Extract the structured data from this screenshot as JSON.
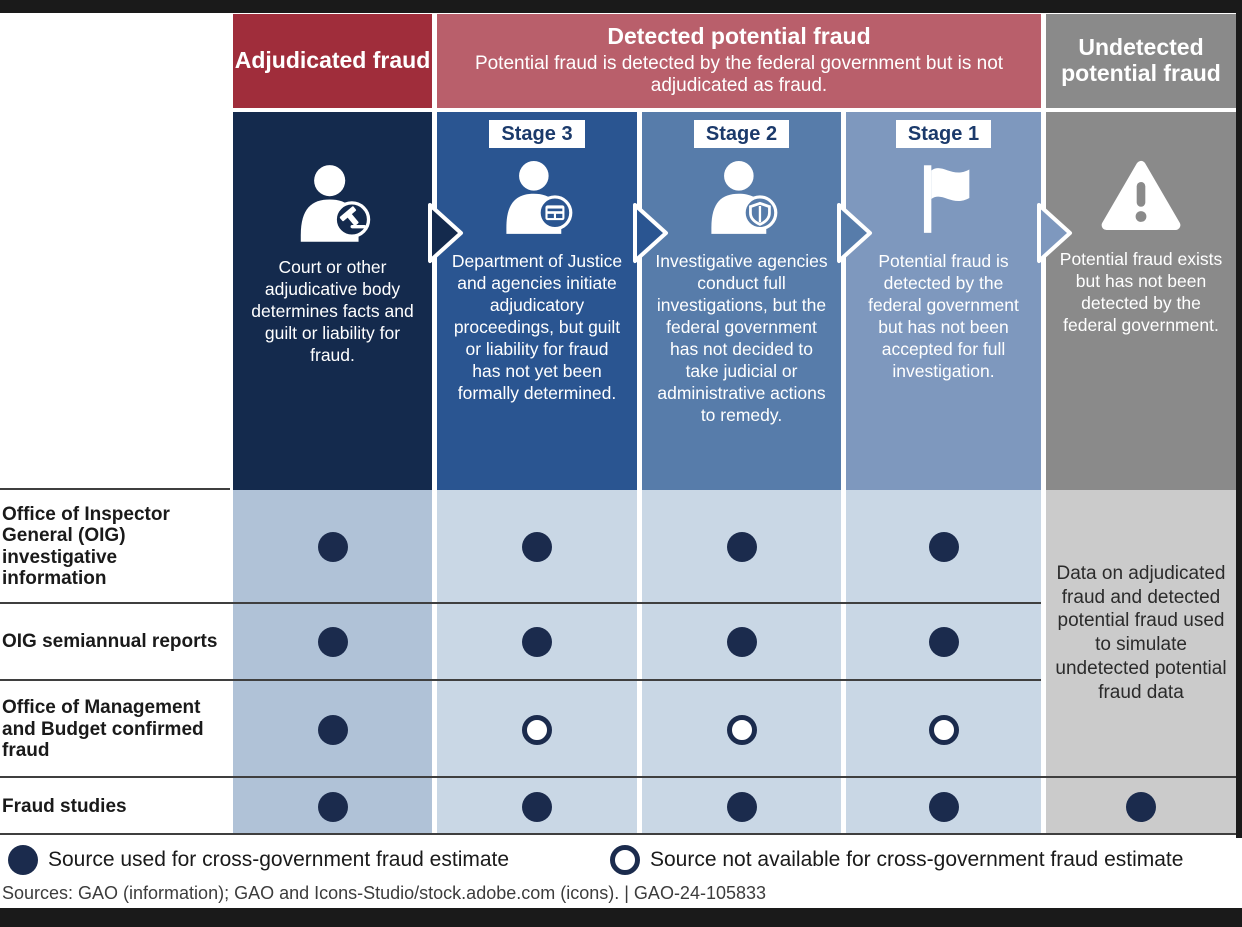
{
  "colors": {
    "frame_bar": "#1a1a1a",
    "adjudicated_header_red": "#a02d3b",
    "detected_header_rose": "#b95f6b",
    "undetected_gray": "#8a8a8a",
    "adjudicated_navy": "#142a4d",
    "stage3_blue": "#2a5591",
    "stage2_blue": "#577caa",
    "stage1_blue": "#7e98be",
    "matrix_cell_dark_blue": "#b0c2d7",
    "matrix_cell_light_blue": "#c9d7e5",
    "matrix_cell_gray": "#cbcbcb",
    "dot_navy": "#1b2b4d"
  },
  "header": {
    "adjudicated": {
      "title": "Adjudicated fraud"
    },
    "detected": {
      "title": "Detected potential fraud",
      "subtitle": "Potential fraud is detected by the federal government but is not adjudicated as fraud."
    },
    "undetected": {
      "title": "Undetected potential fraud"
    }
  },
  "stages": [
    {
      "id": "adjudicated",
      "icon": "person-gavel-icon",
      "description": "Court or other adjudicative body determines facts and guilt or liability for fraud."
    },
    {
      "id": "stage3",
      "stage_label": "Stage 3",
      "icon": "person-document-icon",
      "description": "Department of Justice and agencies initiate adjudicatory proceedings, but guilt or liability for fraud has not yet been formally determined."
    },
    {
      "id": "stage2",
      "stage_label": "Stage 2",
      "icon": "person-shield-icon",
      "description": "Investigative agencies conduct full investigations, but the federal government has not decided to take judicial or administrative actions to remedy."
    },
    {
      "id": "stage1",
      "stage_label": "Stage 1",
      "icon": "flag-icon",
      "description": "Potential fraud is detected by the federal government but has not been accepted for full investigation."
    },
    {
      "id": "undetected",
      "icon": "warning-triangle-icon",
      "description": "Potential fraud exists but has not been detected by the federal government."
    }
  ],
  "matrix": {
    "rows": [
      {
        "label": "Office of Inspector General (OIG) investigative information",
        "cells": [
          "filled",
          "filled",
          "filled",
          "filled"
        ]
      },
      {
        "label": "OIG semiannual reports",
        "cells": [
          "filled",
          "filled",
          "filled",
          "filled"
        ]
      },
      {
        "label": "Office of Management and Budget confirmed fraud",
        "cells": [
          "filled",
          "open",
          "open",
          "open"
        ]
      },
      {
        "label": "Fraud studies",
        "cells": [
          "filled",
          "filled",
          "filled",
          "filled",
          "filled"
        ]
      }
    ],
    "undetected_note": "Data on adjudicated fraud and detected potential fraud used to simulate undetected potential fraud data"
  },
  "legend": [
    {
      "marker": "filled",
      "label": "Source used for cross-government fraud estimate"
    },
    {
      "marker": "open",
      "label": "Source not available for cross-government fraud estimate"
    }
  ],
  "source_line": "Sources: GAO (information); GAO and Icons-Studio/stock.adobe.com (icons).  |  GAO-24-105833"
}
